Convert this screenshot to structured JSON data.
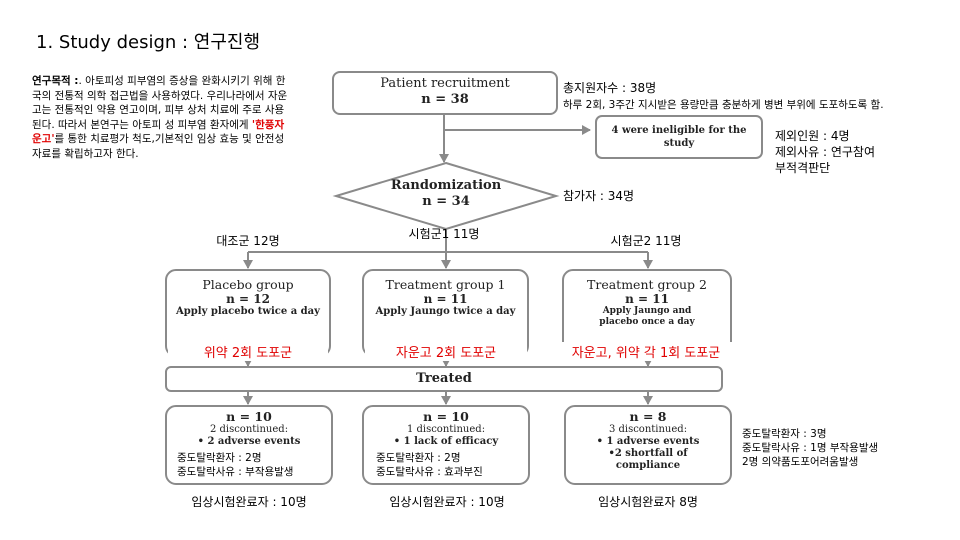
{
  "title": "1. Study design : 연구진행",
  "purpose": {
    "label": "연구목적 :",
    "text1": ". 아토피성 피부염의 증상을 완화시키기 위해 한국의 전통적 의학 접근법을 사용하였다. 우리나라에서 자운고는 전통적인 약용 연고이며, 피부 상처 치료에 주로 사용된다. 따라서 본연구는 아토피 성 피부염 환자에게 ",
    "highlight": "'한풍자운고'",
    "text2": "를 통한 치료평가 척도,기본적인 임상 효능 및 안전성 자료를 확립하고자 한다."
  },
  "recruit": {
    "title": "Patient recruitment",
    "n": "n = 38"
  },
  "recruit_note": {
    "line1": "총지원자수 : 38명",
    "line2": "하루 2회, 3주간 지시받은 용량만큼 충분하게 병변 부위에 도포하도록 함."
  },
  "ineligible": {
    "text": "4 were ineligible for the study"
  },
  "excluded_note": {
    "line1": "제외인원 : 4명",
    "line2": "제외사유 : 연구참여",
    "line3": "부적격판단"
  },
  "randomization": {
    "title": "Randomization",
    "n": "n = 34"
  },
  "participants_note": "참가자 : 34명",
  "group_labels": [
    "대조군 12명",
    "시험군1 11명",
    "시험군2 11명"
  ],
  "groups": [
    {
      "title": "Placebo group",
      "n": "n = 12",
      "desc": "Apply placebo twice a day",
      "red": "위약 2회 도포군"
    },
    {
      "title": "Treatment group 1",
      "n": "n = 11",
      "desc": "Apply Jaungo twice a day",
      "red": "자운고 2회 도포군"
    },
    {
      "title": "Treatment group 2",
      "n": "n = 11",
      "desc": "Apply Jaungo and placebo once a day",
      "red": "자운고, 위약 각 1회 도포군"
    }
  ],
  "treated": "Treated",
  "outcomes": [
    {
      "n": "n = 10",
      "disc": "2 discontinued:",
      "reason": "• 2 adverse events",
      "k1": "중도탈락환자 : 2명",
      "k2": "중도탈락사유 : 부작용발생"
    },
    {
      "n": "n = 10",
      "disc": "1 discontinued:",
      "reason": "• 1 lack of efficacy",
      "k1": "중도탈락환자 : 2명",
      "k2": "중도탈락사유 : 효과부진"
    },
    {
      "n": "n = 8",
      "disc": "3 discontinued:",
      "reason": "• 1 adverse events",
      "reason2": "•2 shortfall of compliance"
    }
  ],
  "dropout_note": {
    "line1": "중도탈락환자 : 3명",
    "line2": "중도탈락사유 : 1명 부작용발생",
    "line3": "2명 의약품도포어려움발생"
  },
  "completed": [
    "임상시험완료자 : 10명",
    "임상시험완료자 : 10명",
    "임상시험완료자 8명"
  ]
}
